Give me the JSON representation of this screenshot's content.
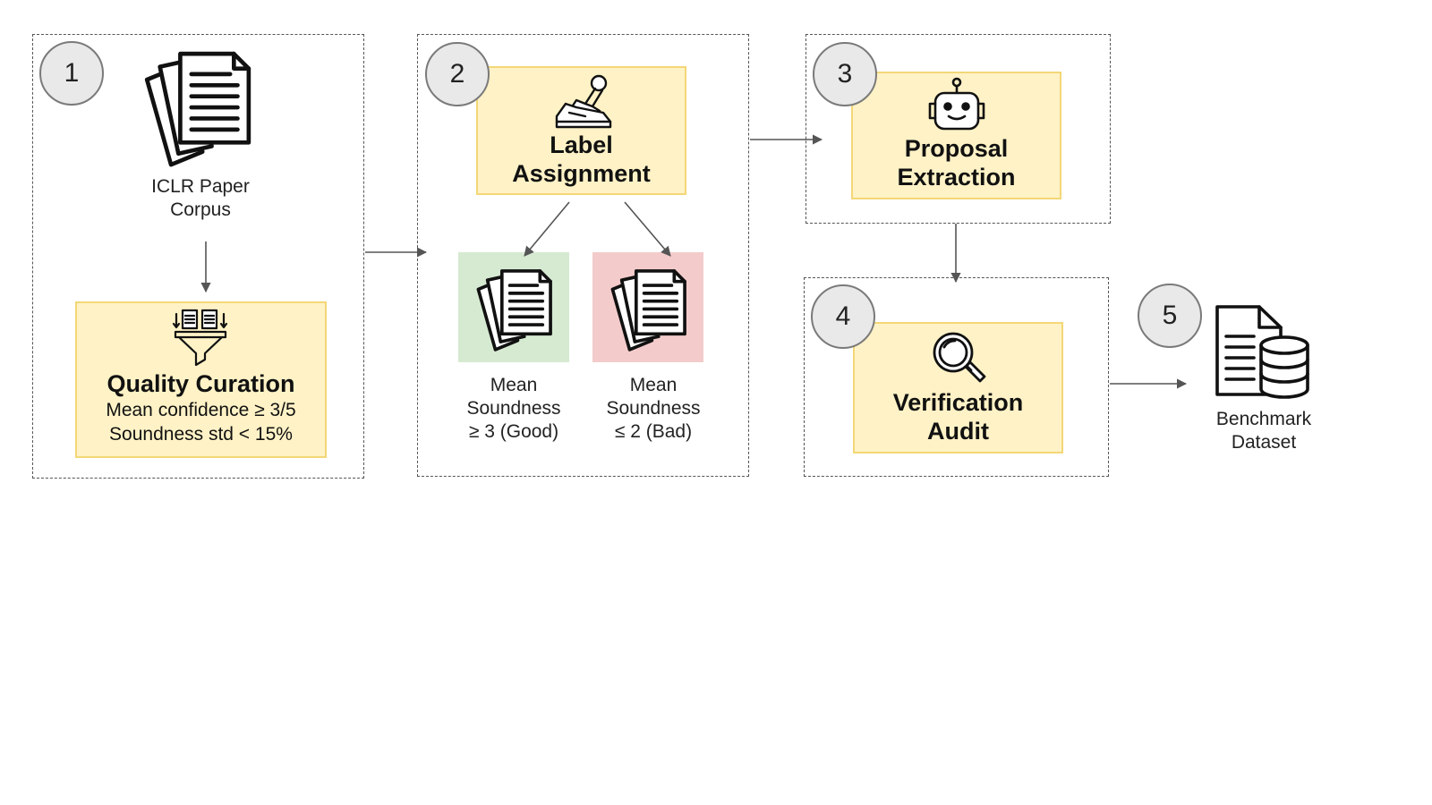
{
  "steps": {
    "s1": {
      "number": "1",
      "source_caption": [
        "ICLR Paper",
        "Corpus"
      ],
      "title": "Quality Curation",
      "criteria": [
        "Mean confidence ≥ 3/5",
        "Soundness std < 15%"
      ]
    },
    "s2": {
      "number": "2",
      "title": [
        "Label",
        "Assignment"
      ],
      "good": {
        "lines": [
          "Mean",
          "Soundness",
          "≥ 3 (Good)"
        ],
        "color": "#d6ead2"
      },
      "bad": {
        "lines": [
          "Mean",
          "Soundness",
          "≤ 2 (Bad)"
        ],
        "color": "#f4cbcb"
      }
    },
    "s3": {
      "number": "3",
      "title": [
        "Proposal",
        "Extraction"
      ]
    },
    "s4": {
      "number": "4",
      "title": [
        "Verification",
        "Audit"
      ]
    },
    "s5": {
      "number": "5",
      "caption": [
        "Benchmark",
        "Dataset"
      ]
    }
  },
  "icons": {
    "s1_source": "document-stack-icon",
    "s1_box": "filter-funnel-icon",
    "s2_box": "stamp-icon",
    "s2_good": "document-stack-icon",
    "s2_bad": "document-stack-icon",
    "s3_box": "robot-icon",
    "s4_box": "magnifier-icon",
    "s5": "database-document-icon"
  },
  "colors": {
    "box_fill": "#fff2c6",
    "box_border": "#f3d777",
    "circle_fill": "#e9e9e9"
  }
}
